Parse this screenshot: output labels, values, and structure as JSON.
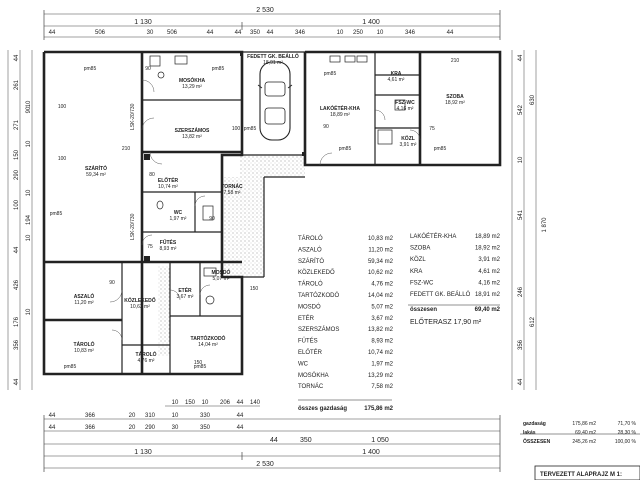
{
  "dims": {
    "top_outer_total": "2 530",
    "top_outer_left": "1 130",
    "top_outer_right": "1 400",
    "top_chain": [
      "44",
      "506",
      "30",
      "506",
      "44",
      "44",
      "350",
      "44",
      "346",
      "10",
      "250",
      "10",
      "346",
      "44"
    ],
    "bottom_chain_1": [
      "44",
      "366",
      "20",
      "310",
      "10",
      "330",
      "44"
    ],
    "bottom_chain_2": [
      "44",
      "366",
      "20",
      "290",
      "30",
      "350",
      "44"
    ],
    "bottom_sub": [
      "10",
      "150",
      "10",
      "206",
      "44",
      "140"
    ],
    "bottom_outer_left": "1 130",
    "bottom_outer_mid": "1 400",
    "bottom_outer_right": "1 050",
    "bottom_outer_total": "2 530",
    "bottom_extra": [
      "44",
      "350"
    ],
    "left_chain": [
      "44",
      "261",
      "10",
      "90",
      "271",
      "10",
      "150",
      "290",
      "10",
      "100",
      "194",
      "10",
      "44",
      "426",
      "10",
      "176",
      "356",
      "44"
    ],
    "right_chain": [
      "44",
      "542",
      "630",
      "10",
      "541",
      "1 870",
      "246",
      "612",
      "356",
      "44"
    ]
  },
  "rooms": [
    {
      "name": "MOSÓKHA",
      "area": "13,29 m²"
    },
    {
      "name": "SZERSZÁMOS",
      "area": "13,82 m²"
    },
    {
      "name": "SZÁRÍTÓ",
      "area": "59,34 m²"
    },
    {
      "name": "ELŐTÉR",
      "area": "10,74 m²"
    },
    {
      "name": "TORNÁC",
      "area": "7,58 m²"
    },
    {
      "name": "WC",
      "area": "1,97 m²"
    },
    {
      "name": "FŰTÉS",
      "area": "8,93 m²"
    },
    {
      "name": "ASZALÓ",
      "area": "11,20 m²"
    },
    {
      "name": "KÖZLEKEDŐ",
      "area": "10,62 m²"
    },
    {
      "name": "TÁROLÓ",
      "area": "10,83 m²"
    },
    {
      "name": "ETÉR",
      "area": "3,67 m²"
    },
    {
      "name": "MOSDÓ",
      "area": "5,07 m²"
    },
    {
      "name": "TÁROLÓ",
      "area": "4,76 m²"
    },
    {
      "name": "TARTÓZKODÓ",
      "area": "14,04 m²"
    },
    {
      "name": "FEDETT GK. BEÁLLÓ",
      "area": "18,91 m²"
    },
    {
      "name": "LAKÓÉTÉR-KHA",
      "area": "18,89 m²"
    },
    {
      "name": "KRA",
      "area": "4,61 m²"
    },
    {
      "name": "FSZ-WC",
      "area": "4,16 m²"
    },
    {
      "name": "SZOBA",
      "area": "18,92 m²"
    },
    {
      "name": "KÖZL",
      "area": "3,91 m²"
    }
  ],
  "labels": {
    "lsk_top": "LSK-20/730",
    "lsk_bottom": "LSK-20/730",
    "window_tags": [
      "pm85",
      "pm85",
      "pm85",
      "pm85",
      "pm85",
      "pm85",
      "pm85",
      "pm85",
      "pm85"
    ],
    "door_widths": [
      "100",
      "100",
      "90",
      "210",
      "80",
      "90",
      "75",
      "90",
      "150",
      "100",
      "90",
      "75",
      "210",
      "150"
    ]
  },
  "table_left": [
    {
      "name": "TÁROLÓ",
      "value": "10,83 m2"
    },
    {
      "name": "ASZALÓ",
      "value": "11,20 m2"
    },
    {
      "name": "SZÁRÍTÓ",
      "value": "59,34 m2"
    },
    {
      "name": "KÖZLEKEDŐ",
      "value": "10,62 m2"
    },
    {
      "name": "TÁROLÓ",
      "value": "4,76 m2"
    },
    {
      "name": "TARTÓZKODÓ",
      "value": "14,04 m2"
    },
    {
      "name": "MOSDÓ",
      "value": "5,07 m2"
    },
    {
      "name": "ETÉR",
      "value": "3,67 m2"
    },
    {
      "name": "SZERSZÁMOS",
      "value": "13,82 m2"
    },
    {
      "name": "FŰTÉS",
      "value": "8,93 m2"
    },
    {
      "name": "ELŐTÉR",
      "value": "10,74 m2"
    },
    {
      "name": "WC",
      "value": "1,97 m2"
    },
    {
      "name": "MOSÓKHA",
      "value": "13,29 m2"
    },
    {
      "name": "TORNÁC",
      "value": "7,58 m2"
    }
  ],
  "table_left_total": {
    "name": "összes gazdaság",
    "value": "175,86 m2"
  },
  "table_right": [
    {
      "name": "LAKÓÉTÉR-KHA",
      "value": "18,89 m2"
    },
    {
      "name": "SZOBA",
      "value": "18,92 m2"
    },
    {
      "name": "KÖZL",
      "value": "3,91 m2"
    },
    {
      "name": "KRA",
      "value": "4,61 m2"
    },
    {
      "name": "FSZ-WC",
      "value": "4,16 m2"
    },
    {
      "name": "FEDETT GK. BEÁLLÓ",
      "value": "18,91 m2"
    }
  ],
  "table_right_total": {
    "name": "összesen",
    "value": "69,40 m2"
  },
  "eloterasz": "ELŐTERASZ 17,90 m²",
  "summary": [
    {
      "name": "gazdaság",
      "value": "175,86 m2",
      "pct": "71,70 %"
    },
    {
      "name": "lakás",
      "value": "69,40 m2",
      "pct": "28,30 %"
    },
    {
      "name": "ÖSSZESEN",
      "value": "245,26 m2",
      "pct": "100,00 %"
    }
  ],
  "title_block": "TERVEZETT ALAPRAJZ  M 1:"
}
